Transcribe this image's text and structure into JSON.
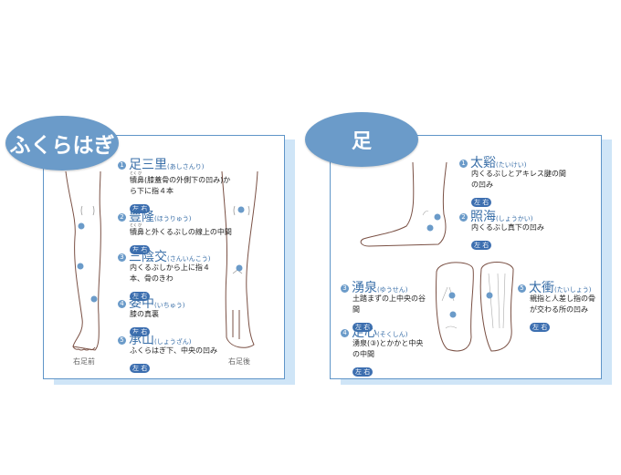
{
  "calf": {
    "title": "ふくらはぎ",
    "front_caption": "右足前",
    "back_caption": "右足後",
    "items": [
      {
        "num": "1",
        "name": "足三里",
        "reading": "(あしさんり)",
        "ruby": "とく び",
        "desc": "犢鼻(膝蓋骨の外側下の凹み)から下に指４本",
        "lr": "左 右"
      },
      {
        "num": "2",
        "name": "豊隆",
        "reading": "(ほうりゅう)",
        "ruby": "とく び",
        "desc": "犢鼻と外くるぶしの線上の中間",
        "lr": "左 右"
      },
      {
        "num": "3",
        "name": "三陰交",
        "reading": "(さんいんこう)",
        "desc": "内くるぶしから上に指４本、骨のきわ",
        "lr": "左 右"
      },
      {
        "num": "4",
        "name": "委中",
        "reading": "(いちゅう)",
        "desc": "膝の真裏",
        "lr": "左 右"
      },
      {
        "num": "5",
        "name": "承山",
        "reading": "(しょうざん)",
        "desc": "ふくらはぎ下、中央の凹み",
        "lr": "左 右"
      }
    ]
  },
  "foot": {
    "title": "足",
    "items": [
      {
        "num": "1",
        "name": "太谿",
        "reading": "(たいけい)",
        "desc": "内くるぶしとアキレス腱の間の凹み",
        "lr": "左 右"
      },
      {
        "num": "2",
        "name": "照海",
        "reading": "(しょうかい)",
        "desc": "内くるぶし真下の凹み",
        "lr": "左 右"
      },
      {
        "num": "3",
        "name": "湧泉",
        "reading": "(ゆうせん)",
        "desc": "土踏まずの上中央の谷間",
        "lr": "左 右"
      },
      {
        "num": "4",
        "name": "足心",
        "reading": "(そくしん)",
        "desc": "湧泉(③)とかかと中央の中間",
        "lr": "左 右"
      },
      {
        "num": "5",
        "name": "太衝",
        "reading": "(たいしょう)",
        "desc": "親指と人差し指の骨が交わる所の凹み",
        "lr": "左 右"
      }
    ]
  }
}
